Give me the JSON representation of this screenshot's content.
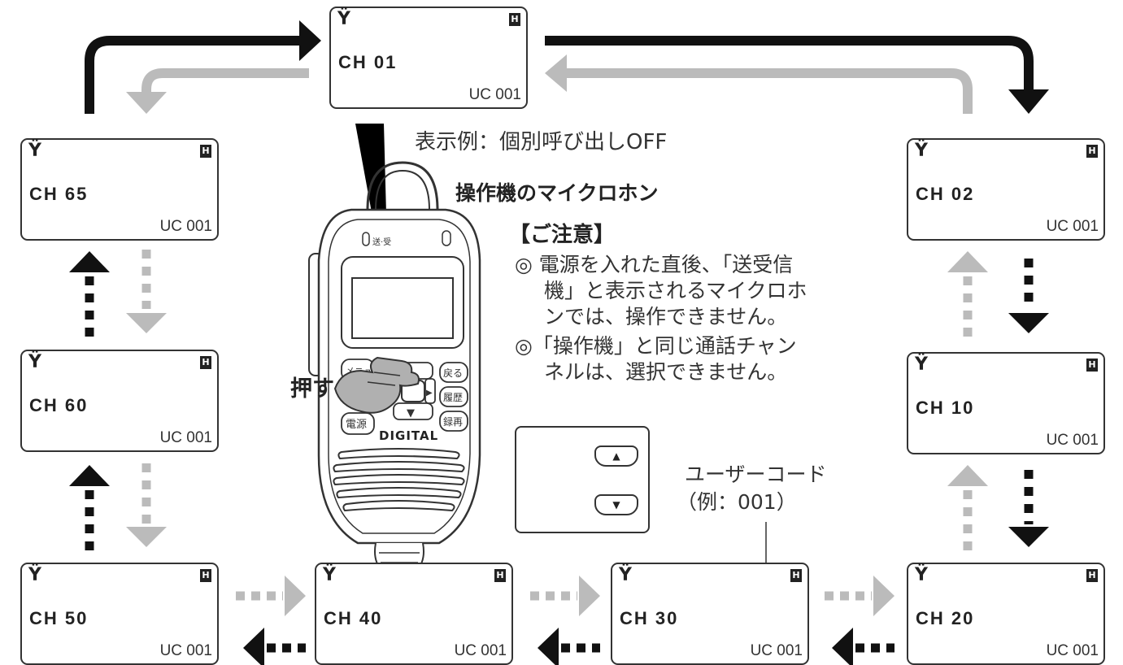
{
  "lcd": {
    "ch01": {
      "channel": "CH 01",
      "code": "UC 001",
      "badge": "H",
      "antenna": "Ϋ"
    },
    "ch02": {
      "channel": "CH 02",
      "code": "UC 001",
      "badge": "H",
      "antenna": "Ϋ"
    },
    "ch10": {
      "channel": "CH 10",
      "code": "UC 001",
      "badge": "H",
      "antenna": "Ϋ"
    },
    "ch20": {
      "channel": "CH 20",
      "code": "UC 001",
      "badge": "H",
      "antenna": "Ϋ"
    },
    "ch30": {
      "channel": "CH 30",
      "code": "UC 001",
      "badge": "H",
      "antenna": "Ϋ"
    },
    "ch40": {
      "channel": "CH 40",
      "code": "UC 001",
      "badge": "H",
      "antenna": "Ϋ"
    },
    "ch50": {
      "channel": "CH 50",
      "code": "UC 001",
      "badge": "H",
      "antenna": "Ϋ"
    },
    "ch60": {
      "channel": "CH 60",
      "code": "UC 001",
      "badge": "H",
      "antenna": "Ϋ"
    },
    "ch65": {
      "channel": "CH 65",
      "code": "UC 001",
      "badge": "H",
      "antenna": "Ϋ"
    }
  },
  "caption": "表示例：個別呼び出しOFF",
  "mic_title": "操作機のマイクロホン",
  "notice": {
    "heading": "【ご注意】",
    "lines": [
      "◎ 電源を入れた直後、「送受信",
      "機」と表示されるマイクロホ",
      "ンでは、操作できません。",
      "◎「操作機」と同じ通話チャン",
      "ネルは、選択できません。"
    ]
  },
  "push_label": "押す",
  "user_code_label": {
    "line1": "ユーザーコード",
    "line2": "（例：001）"
  },
  "mic_keys": {
    "menu": "メニュー",
    "power": "電源",
    "back": "戻る",
    "history": "履歴",
    "record": "録再",
    "brand": "DIGITAL",
    "tx_rx": "送·受",
    "up": "▲",
    "down": "▼",
    "right": "▶"
  },
  "legend": {
    "up_key": "▲",
    "down_key": "▼"
  },
  "colors": {
    "forward": "#111111",
    "backward": "#bbbbbb",
    "line": "#333333"
  }
}
